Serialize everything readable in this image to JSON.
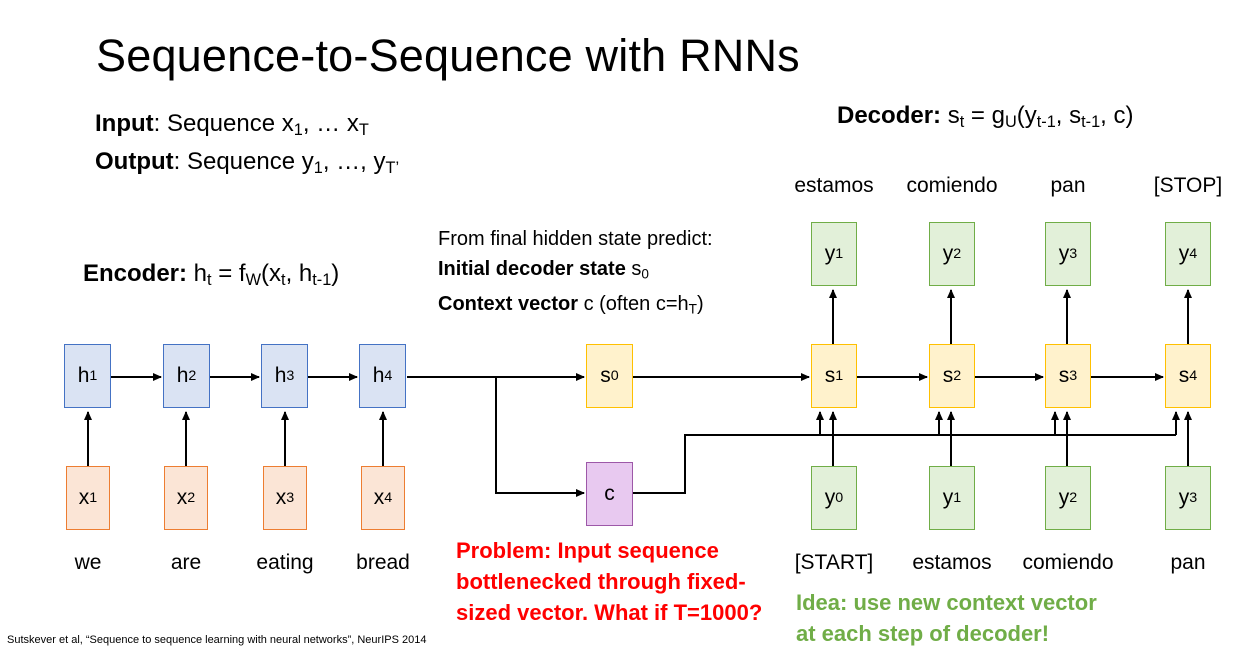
{
  "title": "Sequence-to-Sequence with RNNs",
  "io": {
    "input_bold": "Input",
    "input_rest": ": Sequence x",
    "input_sub1": "1",
    "input_mid": ", … x",
    "input_subT": "T",
    "output_bold": "Output",
    "output_rest": ": Sequence y",
    "output_sub1": "1",
    "output_mid": ", …, y",
    "output_subT": "T’"
  },
  "encoder": {
    "label_bold": "Encoder:",
    "formula_h": " h",
    "sub_t": "t",
    "formula_f": " = f",
    "sub_W": "W",
    "formula_x": "(x",
    "sub_t2": "t",
    "formula_h2": ", h",
    "sub_t1": "t-1",
    "formula_end": ")"
  },
  "decoder": {
    "label_bold": "Decoder:",
    "formula_s": " s",
    "sub_t": "t",
    "formula_g": " = g",
    "sub_U": "U",
    "formula_y": "(y",
    "sub_t1a": "t-1",
    "formula_s2": ", s",
    "sub_t1b": "t-1",
    "formula_end": ", c)"
  },
  "predict": {
    "line1": "From final hidden state predict:",
    "line2_bold": "Initial decoder state",
    "line2_s": " s",
    "line2_sub": "0",
    "line3_bold": "Context vector",
    "line3_rest": " c (often c=h",
    "line3_sub": "T",
    "line3_end": ")"
  },
  "encoder_nodes": [
    {
      "x_var": "x",
      "x_sub": "1",
      "h_var": "h",
      "h_sub": "1",
      "word": "we"
    },
    {
      "x_var": "x",
      "x_sub": "2",
      "h_var": "h",
      "h_sub": "2",
      "word": "are"
    },
    {
      "x_var": "x",
      "x_sub": "3",
      "h_var": "h",
      "h_sub": "3",
      "word": "eating"
    },
    {
      "x_var": "x",
      "x_sub": "4",
      "h_var": "h",
      "h_sub": "4",
      "word": "bread"
    }
  ],
  "s0": {
    "var": "s",
    "sub": "0"
  },
  "context": {
    "var": "c"
  },
  "decoder_nodes": [
    {
      "s_var": "s",
      "s_sub": "1",
      "yout_var": "y",
      "yout_sub": "1",
      "out_word": "estamos",
      "yin_var": "y",
      "yin_sub": "0",
      "in_word": "[START]"
    },
    {
      "s_var": "s",
      "s_sub": "2",
      "yout_var": "y",
      "yout_sub": "2",
      "out_word": "comiendo",
      "yin_var": "y",
      "yin_sub": "1",
      "in_word": "estamos"
    },
    {
      "s_var": "s",
      "s_sub": "3",
      "yout_var": "y",
      "yout_sub": "3",
      "out_word": "pan",
      "yin_var": "y",
      "yin_sub": "2",
      "in_word": "comiendo"
    },
    {
      "s_var": "s",
      "s_sub": "4",
      "yout_var": "y",
      "yout_sub": "4",
      "out_word": "[STOP]",
      "yin_var": "y",
      "yin_sub": "3",
      "in_word": "pan"
    }
  ],
  "problem": {
    "line1": "Problem: Input sequence",
    "line2": "bottlenecked through fixed-",
    "line3": "sized vector. What if T=1000?"
  },
  "idea": {
    "line1": "Idea: use new context vector",
    "line2": "at each step of decoder!"
  },
  "citation": "Sutskever et al, “Sequence to sequence learning with neural networks”, NeurIPS 2014",
  "colors": {
    "hidden_fill": "#dae3f3",
    "hidden_border": "#4472c4",
    "input_fill": "#fbe5d6",
    "input_border": "#ed7d31",
    "decoder_fill": "#fff2cc",
    "decoder_border": "#ffc000",
    "output_fill": "#e2f0d9",
    "output_border": "#70ad47",
    "context_fill": "#e8c9f0",
    "context_border": "#9d58a8",
    "problem_text": "#ff0000",
    "idea_text": "#70ad47"
  }
}
